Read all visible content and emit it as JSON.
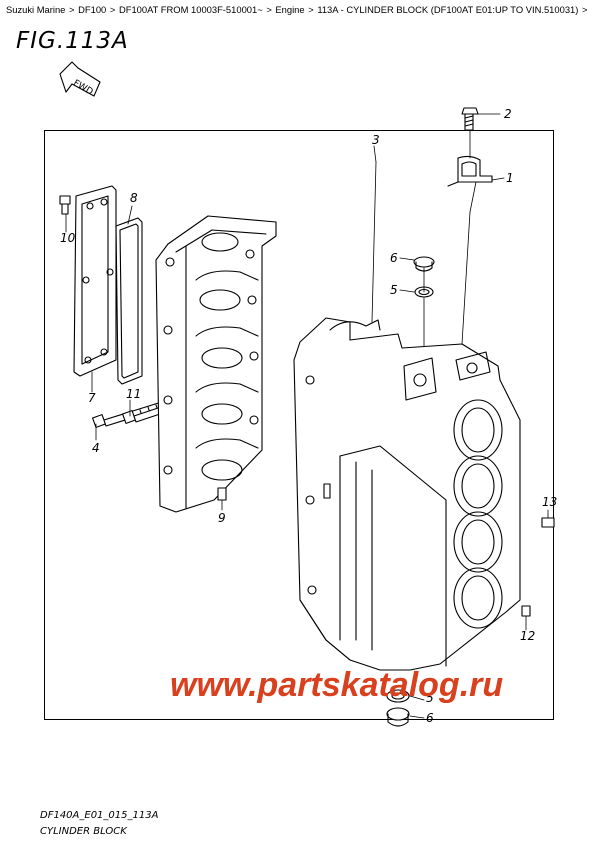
{
  "breadcrumb": [
    {
      "label": "Suzuki Marine"
    },
    {
      "label": "DF100"
    },
    {
      "label": "DF100AT FROM 10003F-510001~"
    },
    {
      "label": "Engine"
    },
    {
      "label": "113A - CYLINDER BLOCK (DF100AT E01:UP TO VIN.510031)"
    }
  ],
  "breadcrumb_separator": ">",
  "figure": {
    "title": "FIG.113A",
    "fwd_label": "FWD"
  },
  "callouts": [
    "1",
    "2",
    "3",
    "4",
    "5",
    "6",
    "7",
    "8",
    "9",
    "10",
    "11",
    "12",
    "13",
    "5",
    "6"
  ],
  "watermark": "www.partskatalog.ru",
  "footer": {
    "code": "DF140A_E01_015_113A",
    "part_name": "CYLINDER BLOCK"
  },
  "colors": {
    "watermark": "#d8401e",
    "line": "#000000"
  }
}
